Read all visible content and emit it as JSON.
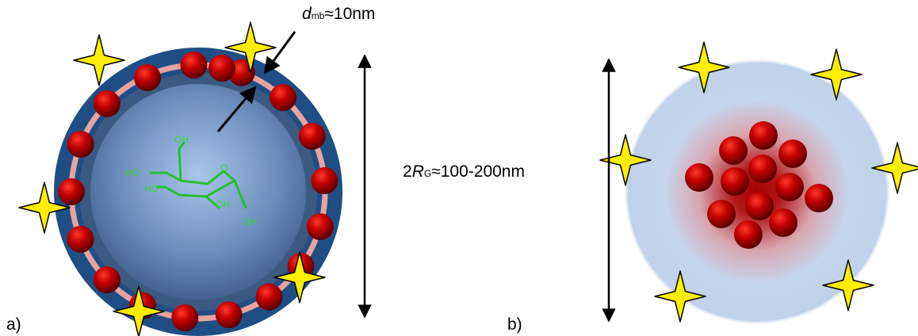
{
  "panel_a": {
    "label": "a)",
    "membrane_label": {
      "symbol": "d",
      "subscript": "mb",
      "value": "≈10nm"
    },
    "molecule_labels": [
      "OH",
      "HO",
      "HO",
      "O",
      "OH",
      "OH"
    ]
  },
  "size_label": {
    "prefix": "2",
    "symbol": "R",
    "subscript": "G",
    "value": "≈100-200nm"
  },
  "panel_b": {
    "label": "b)"
  },
  "colors": {
    "outer_shell": "#1f4e85",
    "membrane": "#e8a3a0",
    "particle": "#b30000",
    "star": "#ffee00",
    "halo": "#c4d4ec"
  }
}
